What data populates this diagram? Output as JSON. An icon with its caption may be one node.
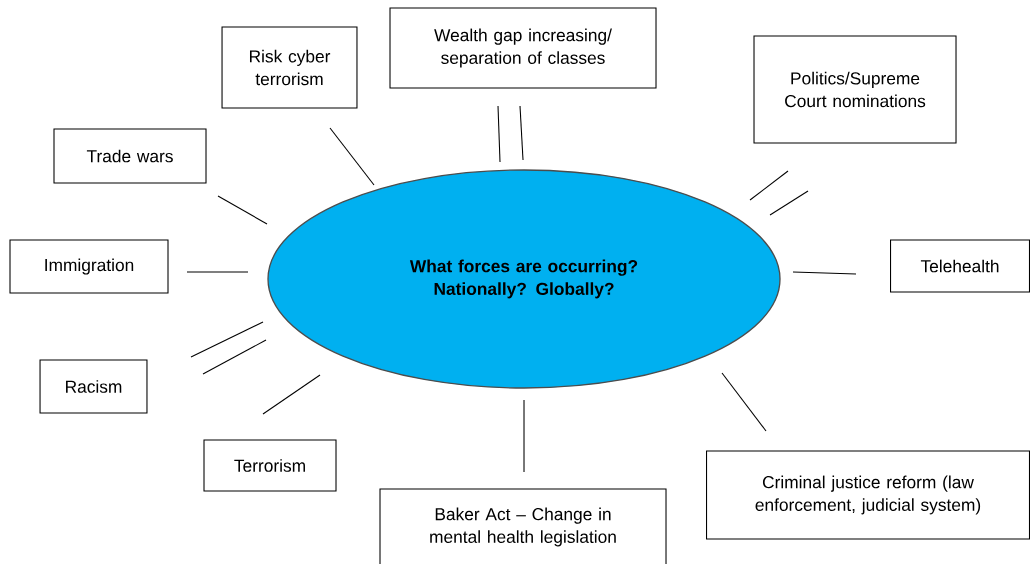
{
  "diagram": {
    "nodes": [
      {
        "text": [
          "What forces are occurring? Nationally? Globally?"
        ]
      },
      {
        "text": [
          "Risk cyber terrorism"
        ]
      },
      {
        "text": [
          "Wealth gap increasing/ separation of classes"
        ]
      },
      {
        "text": [
          "Politics/Supreme Court nominations"
        ]
      },
      {
        "text": [
          "Trade wars"
        ]
      },
      {
        "text": [
          "Immigration"
        ]
      },
      {
        "text": [
          "Telehealth"
        ]
      },
      {
        "text": [
          "Racism"
        ]
      },
      {
        "text": [
          "Terrorism"
        ]
      },
      {
        "text": [
          "Baker Act – Change in mental health legislation"
        ]
      },
      {
        "text": [
          "Criminal justice reform (law enforcement, judicial system)"
        ]
      }
    ],
    "edges": [
      {
        "from": 0,
        "to": 1,
        "arrow": "none"
      },
      {
        "from": 0,
        "to": 2,
        "arrow": "none"
      },
      {
        "from": 0,
        "to": 2,
        "arrow": "none"
      },
      {
        "from": 0,
        "to": 3,
        "arrow": "none"
      },
      {
        "from": 0,
        "to": 3,
        "arrow": "none"
      },
      {
        "from": 0,
        "to": 4,
        "arrow": "none"
      },
      {
        "from": 0,
        "to": 5,
        "arrow": "none"
      },
      {
        "from": 0,
        "to": 6,
        "arrow": "none"
      },
      {
        "from": 0,
        "to": 7,
        "arrow": "none"
      },
      {
        "from": 0,
        "to": 7,
        "arrow": "none"
      },
      {
        "from": 0,
        "to": 8,
        "arrow": "none"
      },
      {
        "from": 0,
        "to": 9,
        "arrow": "none"
      },
      {
        "from": 0,
        "to": 10,
        "arrow": "none"
      }
    ]
  }
}
